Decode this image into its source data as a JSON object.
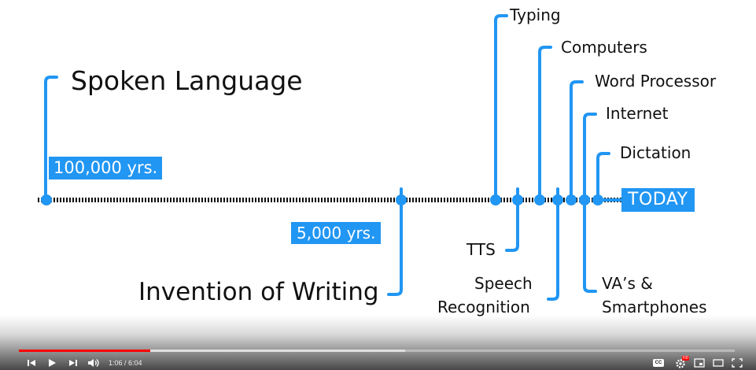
{
  "timeline": {
    "events": [
      {
        "id": "spoken-language",
        "label": "Spoken Language"
      },
      {
        "id": "invention-of-writing",
        "label": "Invention of Writing"
      },
      {
        "id": "typing",
        "label": "Typing"
      },
      {
        "id": "tts",
        "label": "TTS"
      },
      {
        "id": "computers",
        "label": "Computers"
      },
      {
        "id": "speech-recognition",
        "label": "Speech Recognition",
        "lines": [
          "Speech",
          "Recognition"
        ]
      },
      {
        "id": "word-processor",
        "label": "Word Processor"
      },
      {
        "id": "internet",
        "label": "Internet"
      },
      {
        "id": "vas-smartphones",
        "label": "VA’s & Smartphones",
        "lines": [
          "VA’s &",
          "Smartphones"
        ]
      },
      {
        "id": "dictation",
        "label": "Dictation"
      }
    ],
    "tags": {
      "years_100k": "100,000 yrs.",
      "years_5k": "5,000 yrs.",
      "today": "TODAY"
    }
  },
  "colors": {
    "accent": "#2196f3",
    "progress_played": "#ff0000",
    "text": "#111111"
  },
  "player": {
    "time_current": "1:06",
    "time_total": "6:04",
    "time_display": "1:06 / 6:04",
    "progress_fraction": 0.183,
    "buffered_fraction": 0.54,
    "icons": {
      "previous": "skip-previous-icon",
      "play": "play-icon",
      "next": "skip-next-icon",
      "volume": "volume-icon",
      "captions": "captions-icon",
      "settings": "settings-gear-icon",
      "miniplayer": "miniplayer-icon",
      "theater": "theater-mode-icon",
      "fullscreen": "fullscreen-icon"
    },
    "cc_label": "CC",
    "hd_badge": "HD"
  }
}
